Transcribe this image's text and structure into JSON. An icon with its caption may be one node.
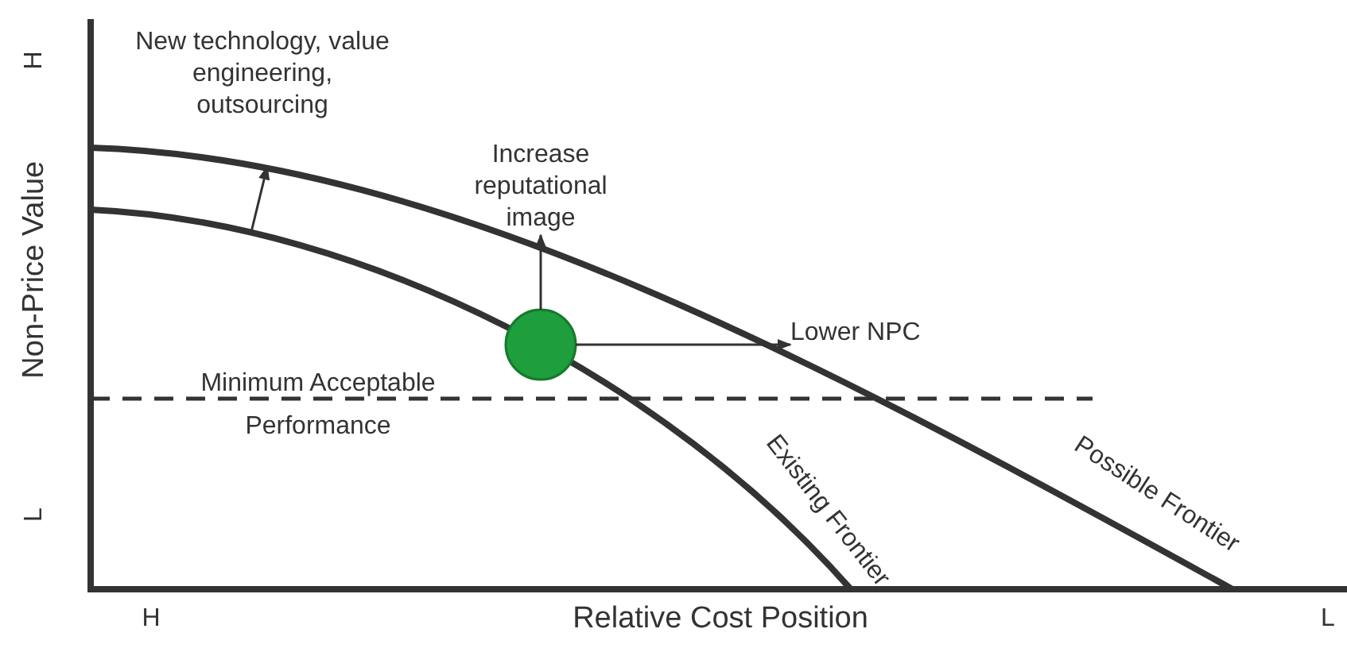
{
  "diagram": {
    "nodes": [
      {
        "text": [],
        "shape": "circle"
      },
      {
        "text": [
          "Increase reputational image"
        ]
      },
      {
        "text": [
          "Lower NPC"
        ]
      }
    ],
    "edges": [
      {
        "from": 0,
        "to": 1,
        "arrow": "to"
      },
      {
        "from": 0,
        "to": 2,
        "arrow": "to"
      }
    ],
    "labels": [
      "H",
      "Non-Price Value",
      "L",
      "New technology, value engineering, outsourcing",
      "Minimum Acceptable Performance",
      "Existing Frontier",
      "Possible Frontier",
      "H",
      "Relative Cost Position",
      "L"
    ]
  }
}
